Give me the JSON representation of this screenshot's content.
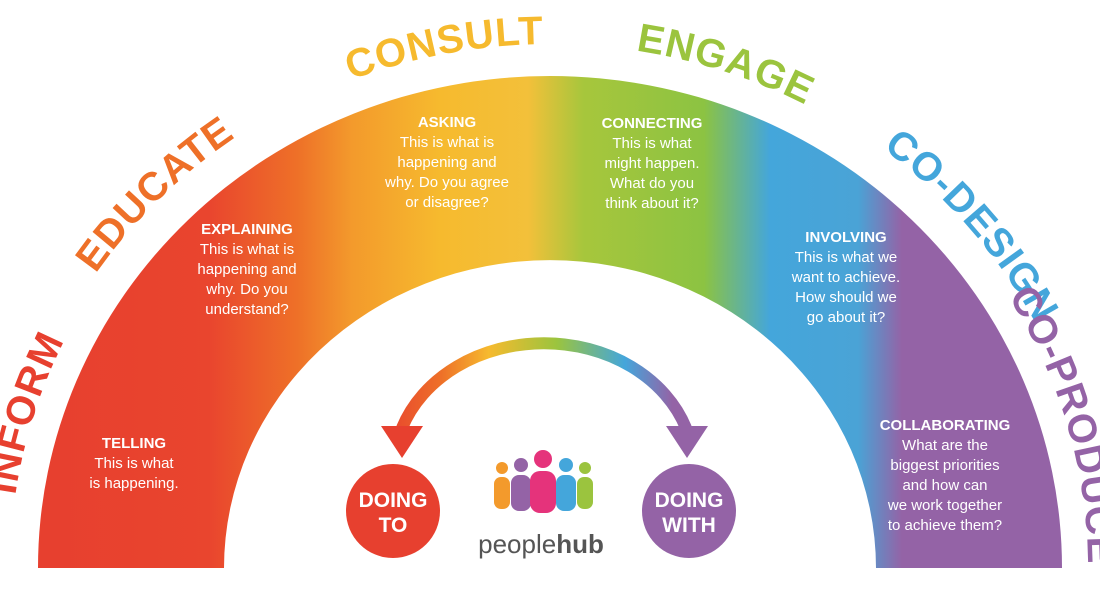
{
  "diagram": {
    "stages": [
      {
        "label": "INFORM",
        "color": "#e7402f",
        "title": "TELLING",
        "desc": [
          "This is what",
          "is happening."
        ]
      },
      {
        "label": "EDUCATE",
        "color": "#ee7028",
        "title": "EXPLAINING",
        "desc": [
          "This is what is",
          "happening and",
          "why. Do you",
          "understand?"
        ]
      },
      {
        "label": "CONSULT",
        "color": "#f6ba2e",
        "title": "ASKING",
        "desc": [
          "This is what is",
          "happening and",
          "why. Do you agree",
          "or disagree?"
        ]
      },
      {
        "label": "ENGAGE",
        "color": "#9bc43e",
        "title": "CONNECTING",
        "desc": [
          "This is what",
          "might happen.",
          "What do you",
          "think about it?"
        ]
      },
      {
        "label": "CO-DESIGN",
        "color": "#44a6db",
        "title": "INVOLVING",
        "desc": [
          "This is what we",
          "want to achieve.",
          "How should we",
          "go about it?"
        ]
      },
      {
        "label": "CO-PRODUCE",
        "color": "#9463a6",
        "title": "COLLABORATING",
        "desc": [
          "What are the",
          "biggest priorities",
          "and how can",
          "we work together",
          "to achieve them?"
        ]
      }
    ],
    "doing_to": [
      "DOING",
      "TO"
    ],
    "doing_with": [
      "DOING",
      "WITH"
    ],
    "logo": {
      "text_light": "people",
      "text_bold": "hub"
    }
  }
}
